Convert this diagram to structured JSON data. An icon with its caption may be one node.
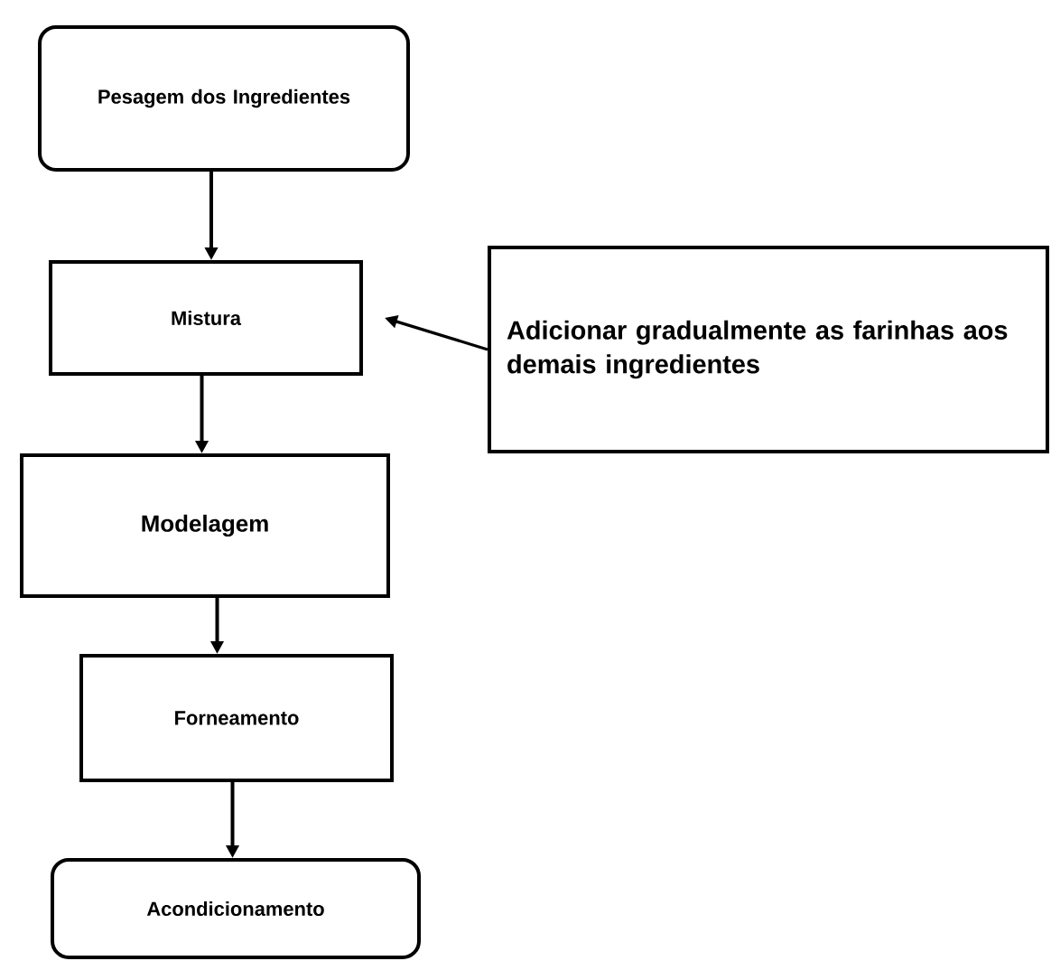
{
  "diagram": {
    "nodes": [
      {
        "text": [
          "Pesagem dos Ingredientes"
        ]
      },
      {
        "text": [
          "Mistura"
        ]
      },
      {
        "text": [
          "Adicionar gradualmente as farinhas aos demais ingredientes"
        ]
      },
      {
        "text": [
          "Modelagem"
        ]
      },
      {
        "text": [
          "Forneamento"
        ]
      },
      {
        "text": [
          "Acondicionamento"
        ]
      }
    ],
    "edges": [
      {
        "from": 0,
        "to": 1,
        "arrow": "to"
      },
      {
        "from": 2,
        "to": 1,
        "arrow": "to"
      },
      {
        "from": 1,
        "to": 3,
        "arrow": "to"
      },
      {
        "from": 3,
        "to": 4,
        "arrow": "to"
      },
      {
        "from": 4,
        "to": 5,
        "arrow": "to"
      }
    ]
  }
}
